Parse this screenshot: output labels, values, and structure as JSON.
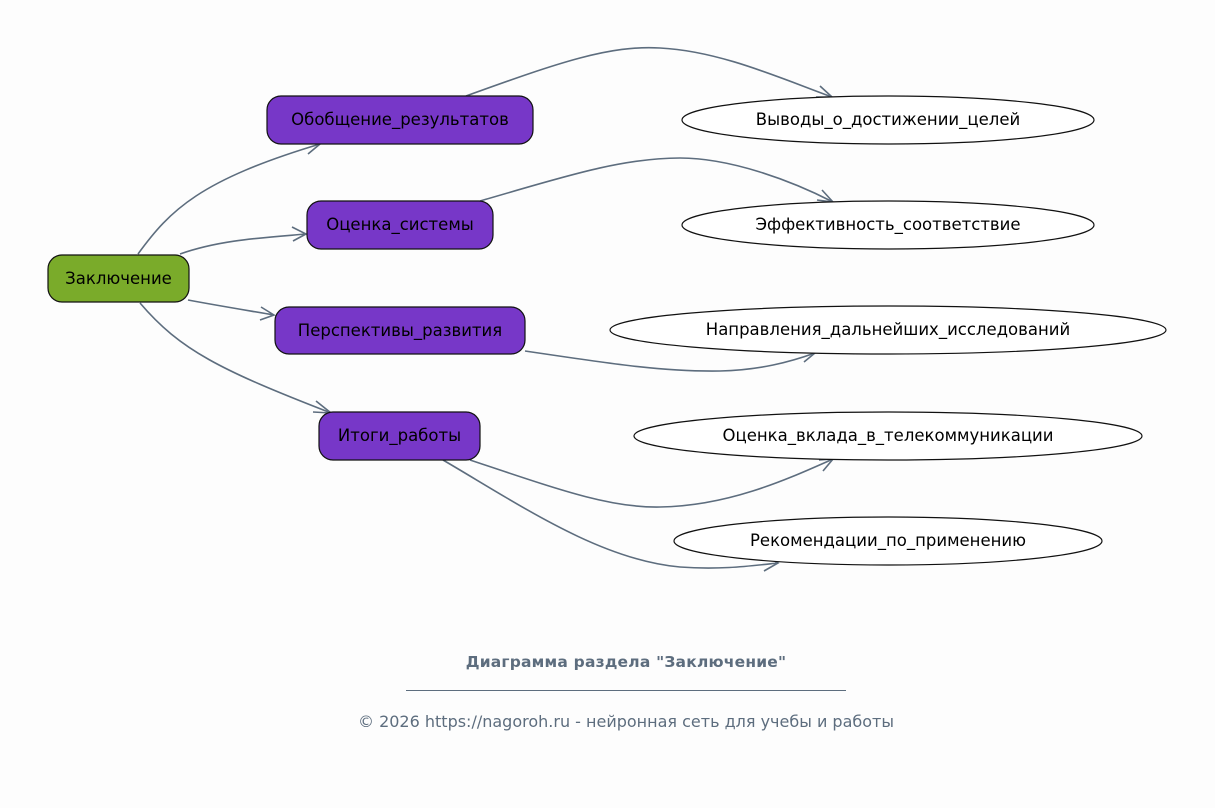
{
  "diagram": {
    "root": {
      "id": "root",
      "label": "Заключение",
      "color": "#7aab2a"
    },
    "branches": [
      {
        "id": "b1",
        "label": "Обобщение_результатов",
        "color": "#7737c8"
      },
      {
        "id": "b2",
        "label": "Оценка_системы",
        "color": "#7737c8"
      },
      {
        "id": "b3",
        "label": "Перспективы_развития",
        "color": "#7737c8"
      },
      {
        "id": "b4",
        "label": "Итоги_работы",
        "color": "#7737c8"
      }
    ],
    "leaves": [
      {
        "id": "l1",
        "label": "Выводы_о_достижении_целей",
        "parent": "b1"
      },
      {
        "id": "l2",
        "label": "Эффективность_соответствие",
        "parent": "b2"
      },
      {
        "id": "l3",
        "label": "Направления_дальнейших_исследований",
        "parent": "b3"
      },
      {
        "id": "l4",
        "label": "Оценка_вклада_в_телекоммуникации",
        "parent": "b4"
      },
      {
        "id": "l5",
        "label": "Рекомендации_по_применению",
        "parent": "b4"
      }
    ],
    "edge_color": "#5d6d7e"
  },
  "caption": {
    "title": "Диаграмма раздела \"Заключение\"",
    "copyright": "© 2026 https://nagoroh.ru - нейронная сеть для учебы и работы"
  }
}
